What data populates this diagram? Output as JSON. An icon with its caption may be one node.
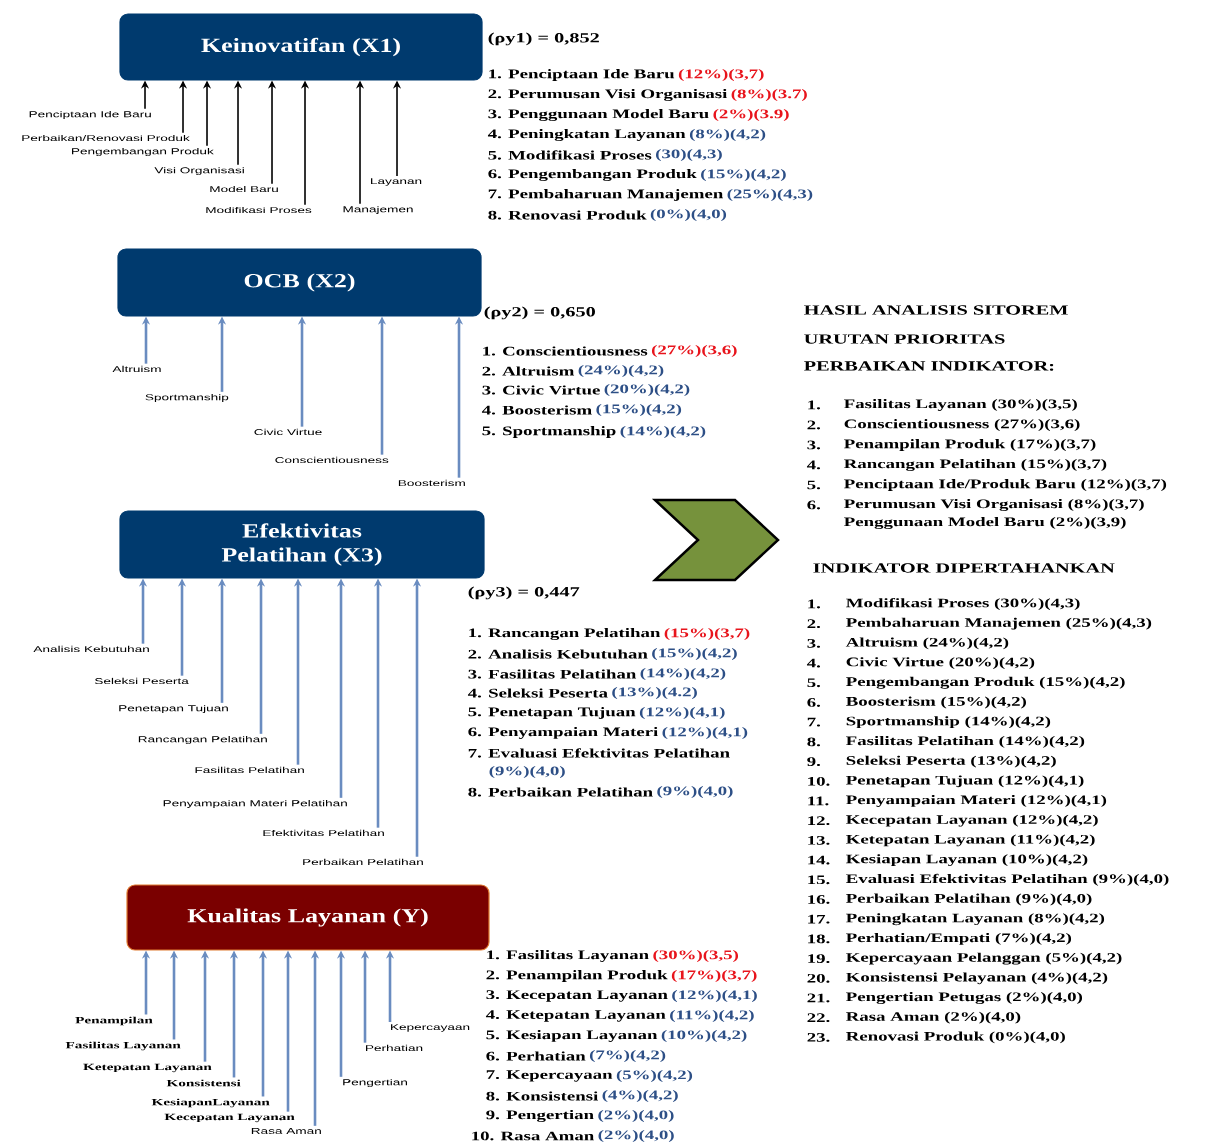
{
  "diagram": {
    "nodes": [
      {
        "text": [
          "Keinovatifan (X1)"
        ]
      },
      {
        "text": [
          "Penciptaan Ide Baru"
        ]
      },
      {
        "text": [
          "Perbaikan/Renovasi Produk"
        ]
      },
      {
        "text": [
          "Pengembangan Produk"
        ]
      },
      {
        "text": [
          "Visi Organisasi"
        ]
      },
      {
        "text": [
          "Model Baru"
        ]
      },
      {
        "text": [
          "Modifikasi Proses"
        ]
      },
      {
        "text": [
          "Manajemen"
        ]
      },
      {
        "text": [
          "Layanan"
        ]
      },
      {
        "text": [
          "OCB (X2)"
        ]
      },
      {
        "text": [
          "Altruism"
        ]
      },
      {
        "text": [
          "Sportmanship"
        ]
      },
      {
        "text": [
          "Civic Virtue"
        ]
      },
      {
        "text": [
          "Conscientiousness"
        ]
      },
      {
        "text": [
          "Boosterism"
        ]
      },
      {
        "text": [
          "Efektivitas Pelatihan (X3)"
        ]
      },
      {
        "text": [
          "Analisis Kebutuhan"
        ]
      },
      {
        "text": [
          "Seleksi Peserta"
        ]
      },
      {
        "text": [
          "Penetapan Tujuan"
        ]
      },
      {
        "text": [
          "Rancangan Pelatihan"
        ]
      },
      {
        "text": [
          "Fasilitas Pelatihan"
        ]
      },
      {
        "text": [
          "Penyampaian Materi Pelatihan"
        ]
      },
      {
        "text": [
          "Efektivitas Pelatihan"
        ]
      },
      {
        "text": [
          "Perbaikan Pelatihan"
        ]
      },
      {
        "text": [
          "Kualitas Layanan (Y)"
        ]
      },
      {
        "text": [
          "Penampilan"
        ]
      },
      {
        "text": [
          "Fasilitas Layanan"
        ]
      },
      {
        "text": [
          "Ketepatan Layanan"
        ]
      },
      {
        "text": [
          "Konsistensi"
        ]
      },
      {
        "text": [
          "KesiapanLayanan"
        ]
      },
      {
        "text": [
          "Kecepatan Layanan"
        ]
      },
      {
        "text": [
          "Rasa Aman"
        ]
      },
      {
        "text": [
          "Pengertian"
        ]
      },
      {
        "text": [
          "Perhatian"
        ]
      },
      {
        "text": [
          "Kepercayaan"
        ]
      }
    ],
    "edges": [
      {
        "from": 1,
        "to": 0,
        "arrow": "to",
        "color": "#000000"
      },
      {
        "from": 2,
        "to": 0,
        "arrow": "to",
        "color": "#000000"
      },
      {
        "from": 3,
        "to": 0,
        "arrow": "to",
        "color": "#000000"
      },
      {
        "from": 4,
        "to": 0,
        "arrow": "to",
        "color": "#000000"
      },
      {
        "from": 5,
        "to": 0,
        "arrow": "to",
        "color": "#000000"
      },
      {
        "from": 6,
        "to": 0,
        "arrow": "to",
        "color": "#000000"
      },
      {
        "from": 7,
        "to": 0,
        "arrow": "to",
        "color": "#000000"
      },
      {
        "from": 8,
        "to": 0,
        "arrow": "to",
        "color": "#000000"
      },
      {
        "from": 10,
        "to": 9,
        "arrow": "to"
      },
      {
        "from": 11,
        "to": 9,
        "arrow": "to"
      },
      {
        "from": 12,
        "to": 9,
        "arrow": "to"
      },
      {
        "from": 13,
        "to": 9,
        "arrow": "to"
      },
      {
        "from": 14,
        "to": 9,
        "arrow": "to"
      },
      {
        "from": 16,
        "to": 15,
        "arrow": "to"
      },
      {
        "from": 17,
        "to": 15,
        "arrow": "to"
      },
      {
        "from": 18,
        "to": 15,
        "arrow": "to"
      },
      {
        "from": 19,
        "to": 15,
        "arrow": "to"
      },
      {
        "from": 20,
        "to": 15,
        "arrow": "to"
      },
      {
        "from": 21,
        "to": 15,
        "arrow": "to"
      },
      {
        "from": 22,
        "to": 15,
        "arrow": "to"
      },
      {
        "from": 23,
        "to": 15,
        "arrow": "to"
      },
      {
        "from": 25,
        "to": 24,
        "arrow": "to"
      },
      {
        "from": 26,
        "to": 24,
        "arrow": "to"
      },
      {
        "from": 27,
        "to": 24,
        "arrow": "to"
      },
      {
        "from": 28,
        "to": 24,
        "arrow": "to"
      },
      {
        "from": 29,
        "to": 24,
        "arrow": "to"
      },
      {
        "from": 30,
        "to": 24,
        "arrow": "to"
      },
      {
        "from": 31,
        "to": 24,
        "arrow": "to"
      },
      {
        "from": 32,
        "to": 24,
        "arrow": "to"
      },
      {
        "from": 33,
        "to": 24,
        "arrow": "to"
      },
      {
        "from": 34,
        "to": 24,
        "arrow": "to"
      }
    ],
    "labels": [
      "(ρy1) = 0,852",
      "1. Penciptaan Ide Baru",
      "(12%)(3,7)",
      "2. Perumusan Visi Organisasi",
      "(8%)(3.7)",
      "3. Penggunaan Model Baru",
      "(2%)(3.9)",
      "4. Peningkatan Layanan",
      "(8%)(4,2)",
      "5. Modifikasi Proses",
      "(30)(4,3)",
      "6. Pengembangan Produk",
      "(15%)(4,2)",
      "7. Pembaharuan Manajemen",
      "(25%)(4,3)",
      "8. Renovasi Produk",
      "(0%)(4,0)",
      "(ρy2) = 0,650",
      "1. Conscientiousness",
      "(27%)(3,6)",
      "2. Altruism",
      "(24%)(4,2)",
      "3. Civic Virtue",
      "(20%)(4,2)",
      "4. Boosterism",
      "(15%)(4,2)",
      "5. Sportmanship",
      "(14%)(4,2)",
      "(ρy3) = 0,447",
      "1. Rancangan Pelatihan",
      "(15%)(3,7)",
      "2. Analisis Kebutuhan",
      "(15%)(4,2)",
      "3. Fasilitas Pelatihan",
      "(14%)(4,2)",
      "4. Seleksi Peserta",
      "(13%)(4.2)",
      "5. Penetapan Tujuan",
      "(12%)(4,1)",
      "6. Penyampaian Materi",
      "(12%)(4,1)",
      "7. Evaluasi Efektivitas Pelatihan",
      "(9%)(4,0)",
      "8. Perbaikan Pelatihan",
      "(9%)(4,0)",
      "1. Fasilitas Layanan",
      "(30%)(3,5)",
      "2. Penampilan Produk",
      "(17%)(3,7)",
      "3. Kecepatan Layanan",
      "(12%)(4,1)",
      "4. Ketepatan Layanan",
      "(11%)(4,2)",
      "5. Kesiapan Layanan",
      "(10%)(4,2)",
      "6. Perhatian",
      "(7%)(4,2)",
      "7. Kepercayaan",
      "(5%)(4,2)",
      "8. Konsistensi",
      "(4%)(4,2)",
      "9. Pengertian",
      "(2%)(4,0)",
      "10. Rasa Aman",
      "(2%)(4,0)",
      "HASIL ANALISIS SITOREM",
      "URUTAN PRIORITAS",
      "PERBAIKAN INDIKATOR:",
      "1.",
      "Fasilitas Layanan (30%)(3,5)",
      "2.",
      "Conscientiousness (27%)(3,6)",
      "3.",
      "Penampilan Produk (17%)(3,7)",
      "4.",
      "Rancangan Pelatihan (15%)(3,7)",
      "5.",
      "Penciptaan Ide/Produk Baru (12%)(3,7)",
      "6.",
      "Perumusan Visi Organisasi (8%)(3,7)",
      "Penggunaan Model Baru (2%)(3,9)",
      "INDIKATOR DIPERTAHANKAN",
      "1.",
      "Modifikasi Proses (30%)(4,3)",
      "2.",
      "Pembaharuan Manajemen (25%)(4,3)",
      "3.",
      "Altruism (24%)(4,2)",
      "4.",
      "Civic Virtue (20%)(4,2)",
      "5.",
      "Pengembangan Produk (15%)(4,2)",
      "6.",
      "Boosterism (15%)(4,2)",
      "7.",
      "Sportmanship (14%)(4,2)",
      "8.",
      "Fasilitas Pelatihan (14%)(4,2)",
      "9.",
      "Seleksi Peserta (13%)(4,2)",
      "10.",
      "Penetapan Tujuan (12%)(4,1)",
      "11.",
      "Penyampaian Materi (12%)(4,1)",
      "12.",
      "Kecepatan Layanan (12%)(4,2)",
      "13.",
      "Ketepatan Layanan (11%)(4,2)",
      "14.",
      "Kesiapan Layanan (10%)(4,2)",
      "15.",
      "Evaluasi Efektivitas Pelatihan (9%)(4,0)",
      "16.",
      "Perbaikan Pelatihan (9%)(4,0)",
      "17.",
      "Peningkatan Layanan (8%)(4,2)",
      "18.",
      "Perhatian/Empati (7%)(4,2)",
      "19.",
      "Kepercayaan Pelanggan (5%)(4,2)",
      "20.",
      "Konsistensi Pelayanan (4%)(4,2)",
      "21.",
      "Pengertian Petugas (2%)(4,0)",
      "22.",
      "Rasa Aman (2%)(4,0)",
      "23.",
      "Renovasi Produk (0%)(4,0)"
    ]
  }
}
